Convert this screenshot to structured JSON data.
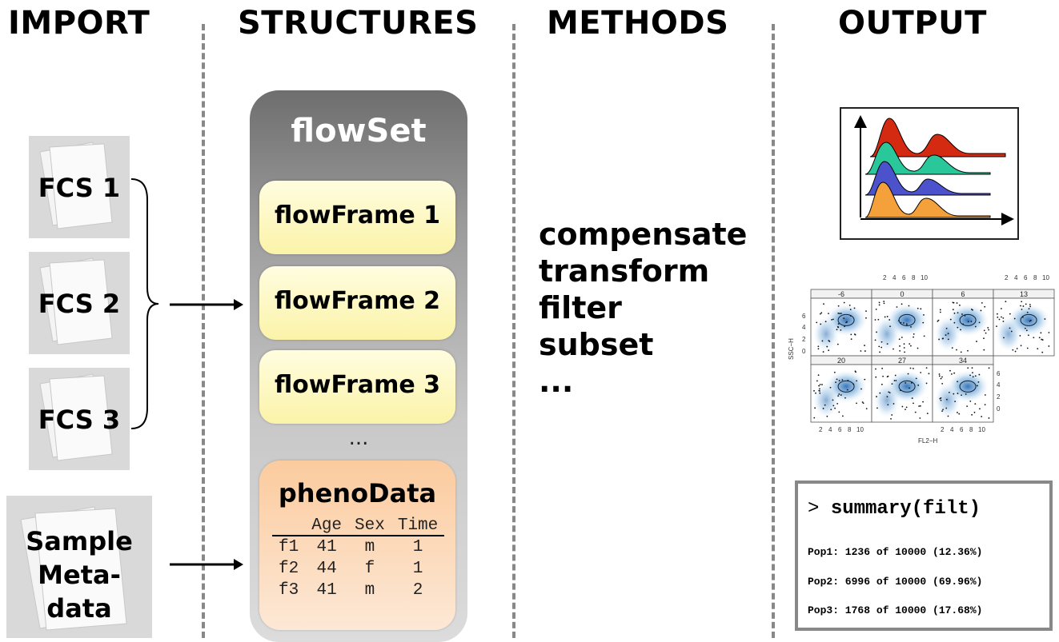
{
  "headers": {
    "import": "IMPORT",
    "structures": "STRUCTURES",
    "methods": "METHODS",
    "output": "OUTPUT"
  },
  "import_files": [
    "FCS 1",
    "FCS 2",
    "FCS 3"
  ],
  "metadata_label": [
    "Sample",
    "Meta-",
    "data"
  ],
  "flowset": {
    "title": "flowSet",
    "frames": [
      "flowFrame 1",
      "flowFrame 2",
      "flowFrame 3"
    ],
    "ellipsis": "...",
    "pheno": {
      "title": "phenoData",
      "columns": [
        "",
        "Age",
        "Sex",
        "Time"
      ],
      "rows": [
        [
          "f1",
          "41",
          "m",
          "1"
        ],
        [
          "f2",
          "44",
          "f",
          "1"
        ],
        [
          "f3",
          "41",
          "m",
          "2"
        ]
      ]
    }
  },
  "methods": [
    "compensate",
    "transform",
    "filter",
    "subset",
    "..."
  ],
  "lattice": {
    "panels": [
      "-6",
      "0",
      "6",
      "13",
      "20",
      "27",
      "34"
    ],
    "top_ticks": [
      "2",
      "4",
      "6",
      "8",
      "10"
    ],
    "left_ticks": [
      "6",
      "4",
      "2",
      "0"
    ],
    "right_ticks": [
      "6",
      "4",
      "2",
      "0"
    ],
    "bottom_ticks": [
      "2",
      "4",
      "6",
      "8",
      "10"
    ],
    "xlabel": "FL2−H",
    "ylabel": "SSC−H"
  },
  "summary": {
    "prompt": ">",
    "command": "summary(filt)",
    "lines": [
      "Pop1: 1236 of 10000 (12.36%)",
      "Pop2: 6996 of 10000 (69.96%)",
      "Pop3: 1768 of 10000 (17.68%)"
    ]
  },
  "colors": {
    "ridge": [
      "#d42a12",
      "#29c79a",
      "#4b52cc",
      "#f5a13b"
    ],
    "density": "#3b7fc4"
  }
}
